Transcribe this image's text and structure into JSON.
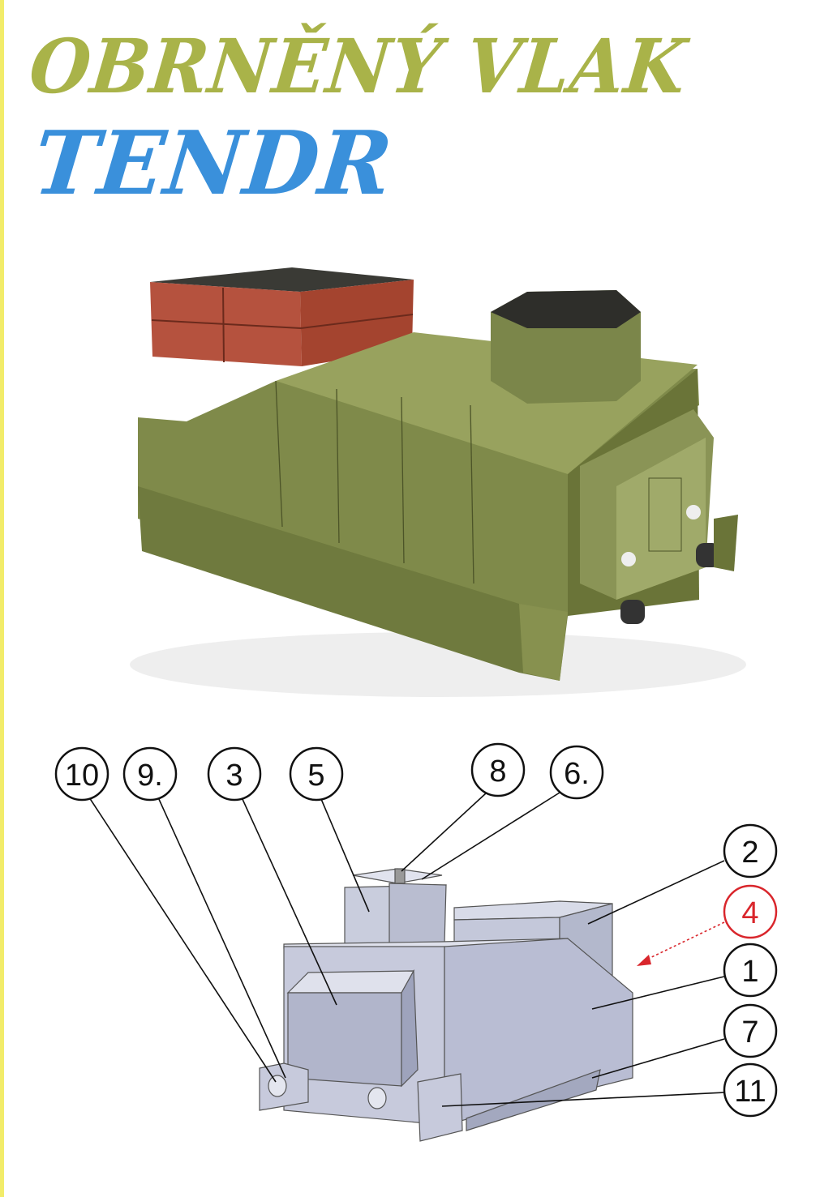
{
  "title": {
    "line1": "OBRNĚNÝ VLAK",
    "line2": "TENDR",
    "line1_color": "#a9b349",
    "line2_color": "#3a90db"
  },
  "diagram": {
    "labels": [
      "10",
      "9.",
      "3",
      "5",
      "8",
      "6.",
      "2",
      "4",
      "1",
      "7",
      "11"
    ],
    "highlight_label": "4",
    "highlight_color": "#d9262c"
  }
}
